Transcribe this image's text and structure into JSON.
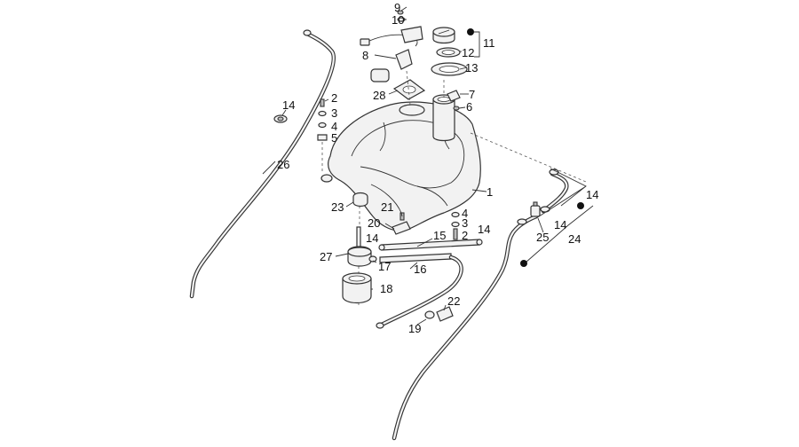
{
  "callouts": [
    {
      "id": "c9",
      "label": "9"
    },
    {
      "id": "c10",
      "label": "10"
    },
    {
      "id": "c11",
      "label": "11"
    },
    {
      "id": "c12",
      "label": "12"
    },
    {
      "id": "c13",
      "label": "13"
    },
    {
      "id": "c8",
      "label": "8"
    },
    {
      "id": "c28",
      "label": "28"
    },
    {
      "id": "c7",
      "label": "7"
    },
    {
      "id": "c6",
      "label": "6"
    },
    {
      "id": "c2a",
      "label": "2"
    },
    {
      "id": "c3a",
      "label": "3"
    },
    {
      "id": "c4a",
      "label": "4"
    },
    {
      "id": "c5",
      "label": "5"
    },
    {
      "id": "c14a",
      "label": "14"
    },
    {
      "id": "c26",
      "label": "26"
    },
    {
      "id": "c1",
      "label": "1"
    },
    {
      "id": "c14b",
      "label": "14"
    },
    {
      "id": "c23",
      "label": "23"
    },
    {
      "id": "c21",
      "label": "21"
    },
    {
      "id": "c20",
      "label": "20"
    },
    {
      "id": "c4b",
      "label": "4"
    },
    {
      "id": "c3b",
      "label": "3"
    },
    {
      "id": "c2b",
      "label": "2"
    },
    {
      "id": "c14c",
      "label": "14"
    },
    {
      "id": "c15",
      "label": "15"
    },
    {
      "id": "c14d",
      "label": "14"
    },
    {
      "id": "c14e",
      "label": "14"
    },
    {
      "id": "c25",
      "label": "25"
    },
    {
      "id": "c24",
      "label": "24"
    },
    {
      "id": "c27",
      "label": "27"
    },
    {
      "id": "c17",
      "label": "17"
    },
    {
      "id": "c16",
      "label": "16"
    },
    {
      "id": "c18",
      "label": "18"
    },
    {
      "id": "c22",
      "label": "22"
    },
    {
      "id": "c19",
      "label": "19"
    }
  ]
}
